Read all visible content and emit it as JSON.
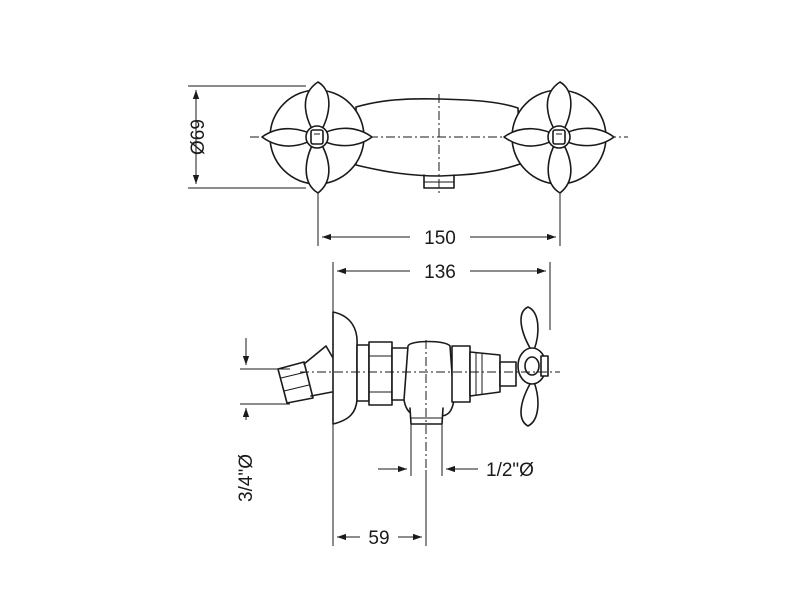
{
  "dimensions": {
    "diameter_escutcheon": "Ø69",
    "overall_width": "150",
    "center_distance": "136",
    "inlet_thread": "3/4\"Ø",
    "outlet_thread": "1/2\"Ø",
    "projection": "59"
  }
}
